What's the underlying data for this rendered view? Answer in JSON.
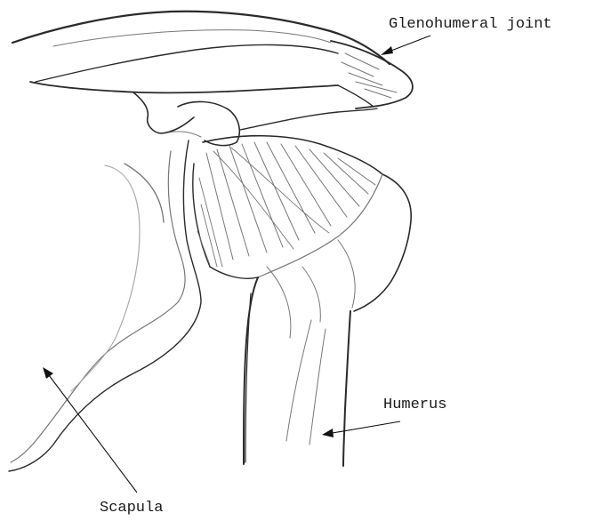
{
  "labels": {
    "glenohumeral_joint": "Glenohumeral joint",
    "humerus": "Humerus",
    "scapula": "Scapula"
  }
}
